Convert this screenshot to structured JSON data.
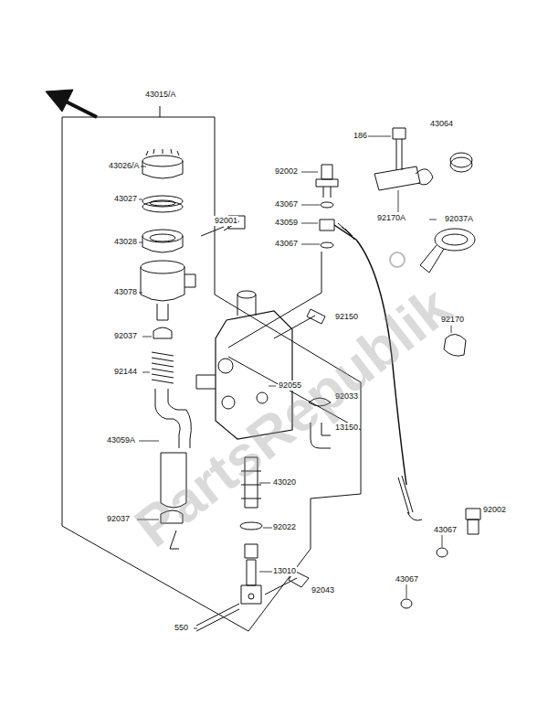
{
  "diagram": {
    "labels": [
      "43015/A",
      "43026/A",
      "43027",
      "43028",
      "43078",
      "92037",
      "92144",
      "43059A",
      "92037",
      "92001",
      "186",
      "43064",
      "92002",
      "92170A",
      "92037A",
      "43067",
      "43059",
      "43067",
      "92150",
      "92170",
      "92055",
      "92033",
      "13150",
      "43020",
      "92022",
      "13010",
      "92043",
      "550",
      "92002",
      "43067",
      "43067",
      "PartsRepublik"
    ]
  }
}
